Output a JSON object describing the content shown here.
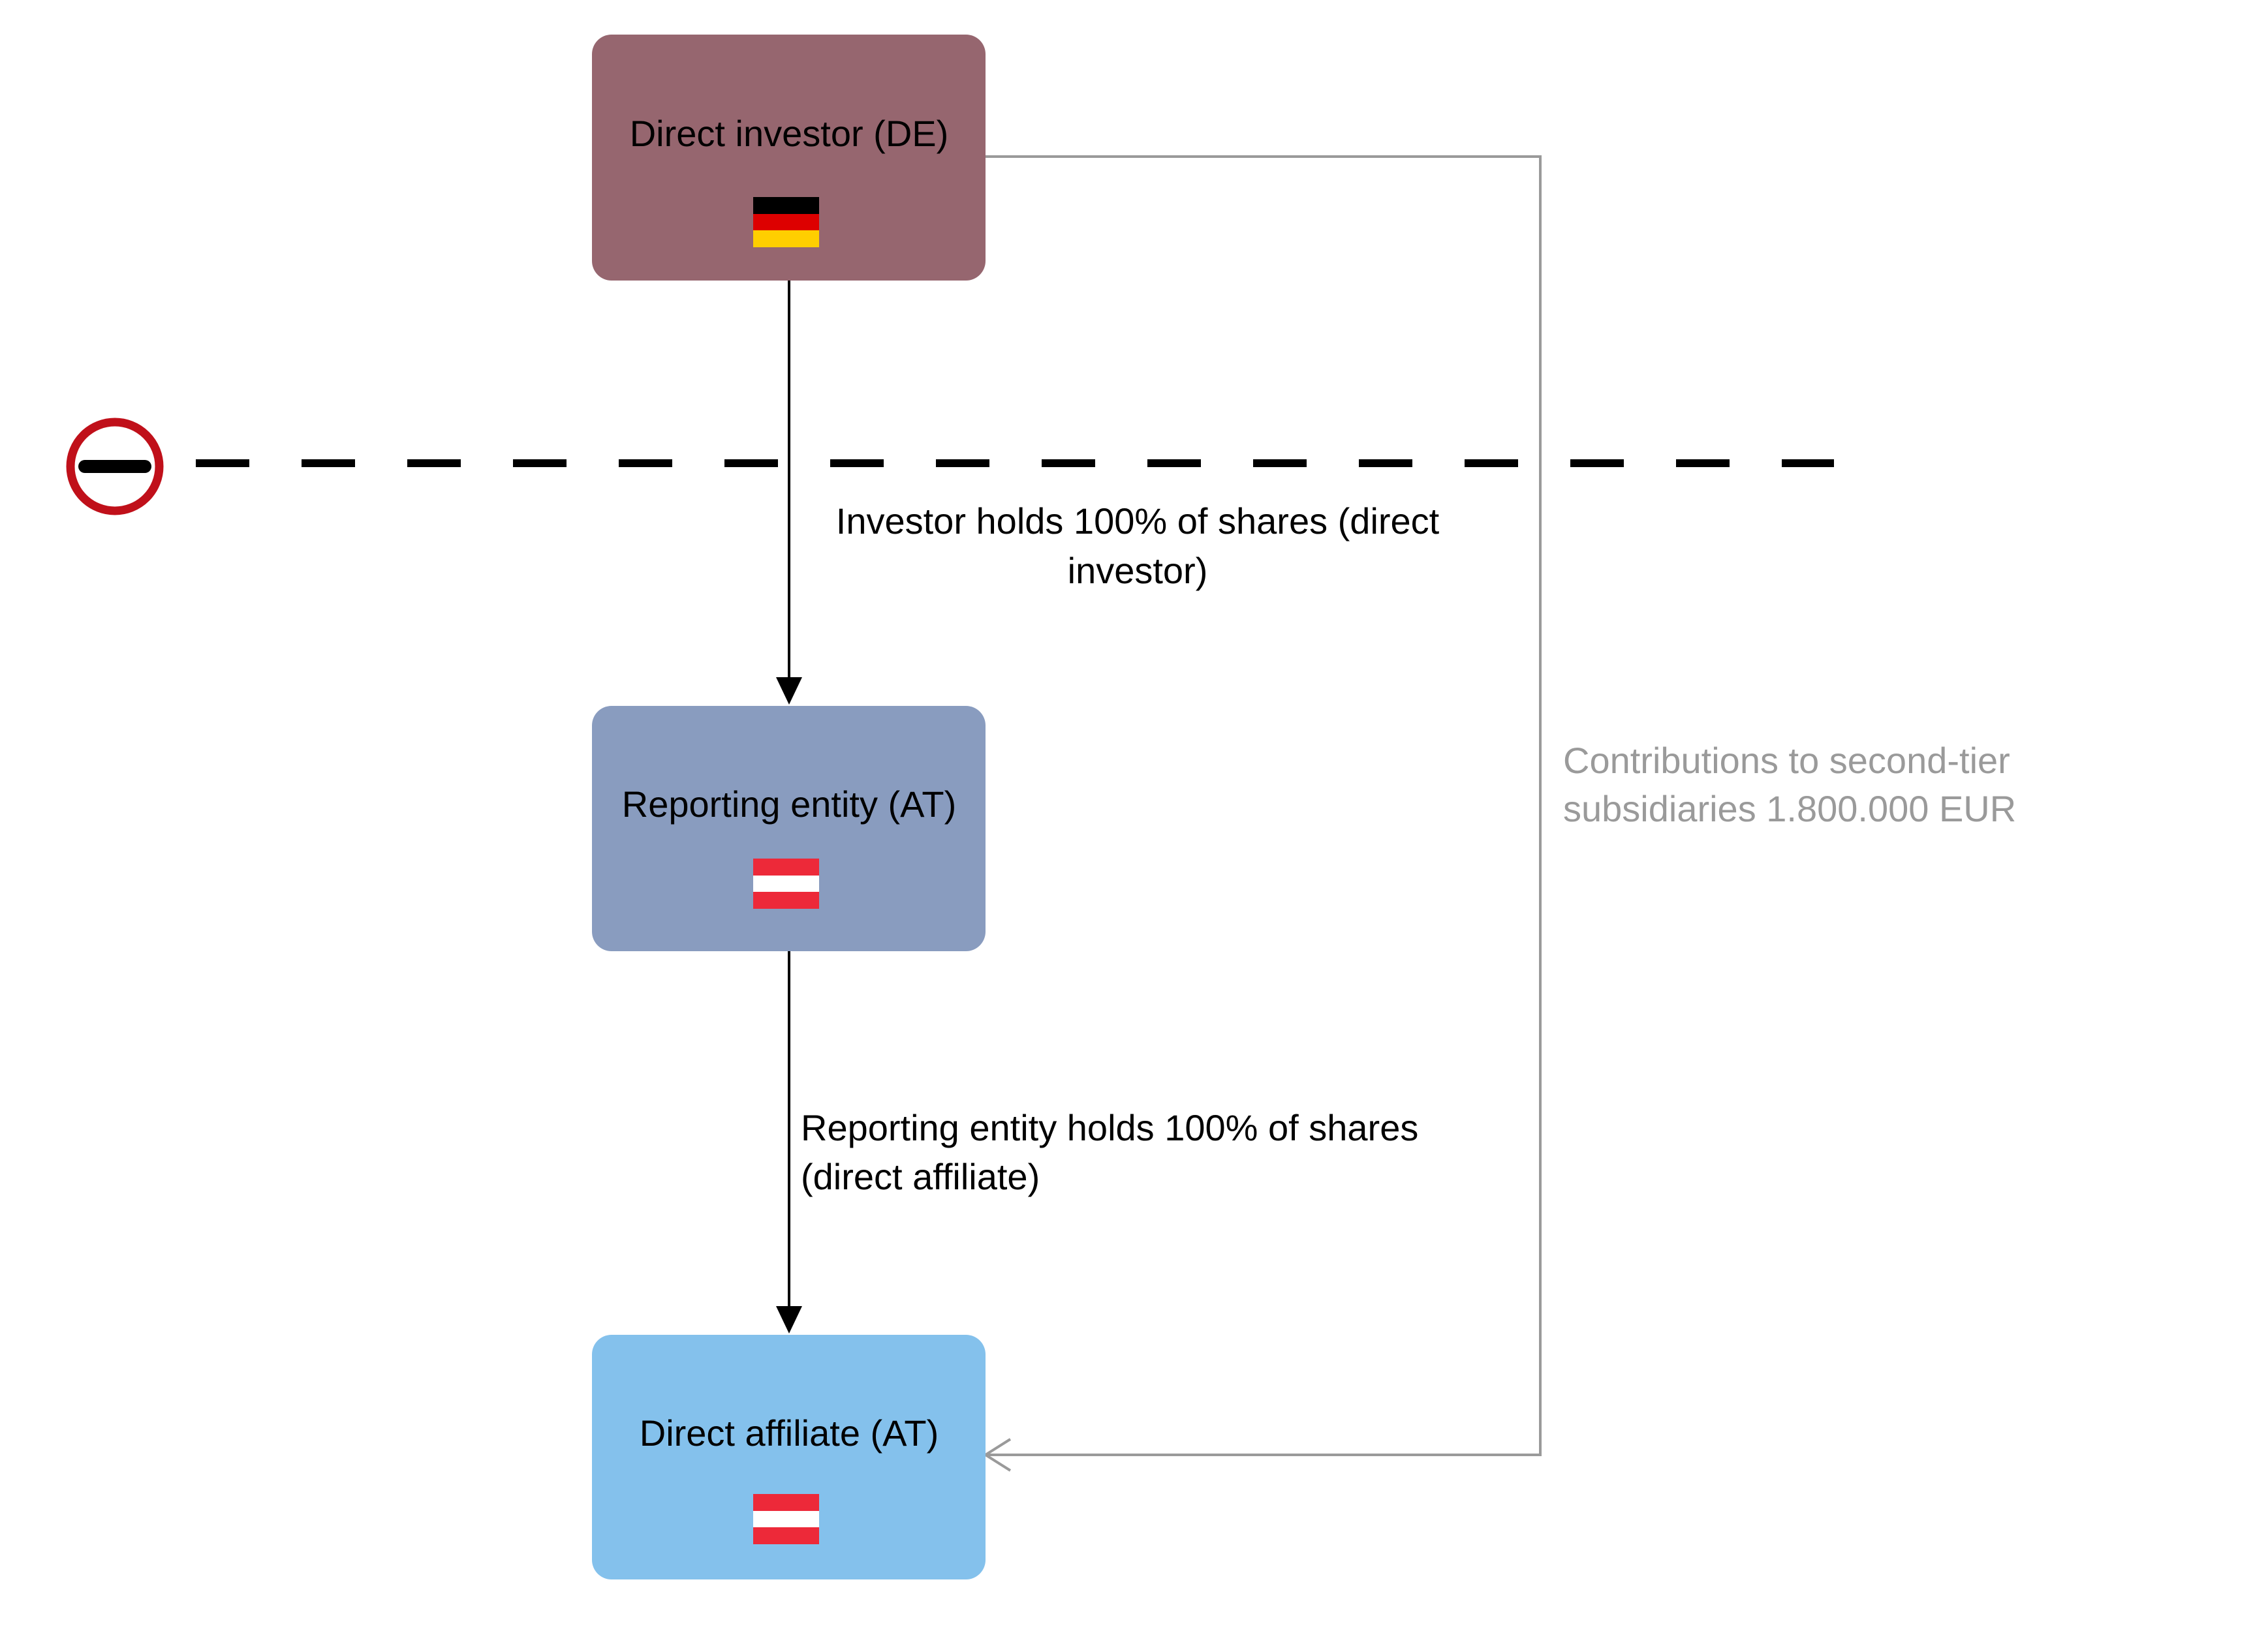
{
  "nodes": {
    "direct_investor": {
      "label": "Direct investor (DE)",
      "color": "#96666f",
      "flag": "flag-germany"
    },
    "reporting_entity": {
      "label": "Reporting entity (AT)",
      "color": "#899cbf",
      "flag": "flag-austria"
    },
    "direct_affiliate": {
      "label": "Direct affiliate (AT)",
      "color": "#84c1ec",
      "flag": "flag-austria"
    }
  },
  "edges": {
    "investor_to_reporting": {
      "line1": "Investor holds 100% of shares (direct",
      "line2": "investor)"
    },
    "reporting_to_affiliate": {
      "line1": "Reporting entity holds 100% of shares",
      "line2": "(direct affiliate)"
    },
    "investor_to_affiliate": {
      "line1": "Contributions to second-tier",
      "line2": "subsidiaries 1.800.000 EUR",
      "color": "#9a9a9a"
    }
  },
  "border": {
    "icon": "no-entry-icon",
    "color": "#c0101a"
  },
  "colors": {
    "germany": [
      "#000000",
      "#dd0000",
      "#ffce00"
    ],
    "austria": [
      "#ed2939",
      "#ffffff",
      "#ed2939"
    ]
  }
}
